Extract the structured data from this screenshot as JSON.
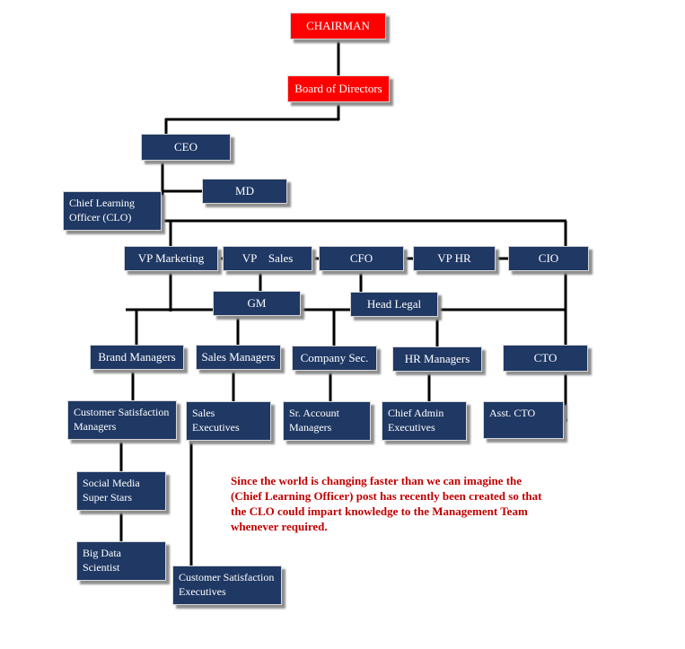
{
  "colors": {
    "node_fill": "#1f3864",
    "top_fill": "#ff0000",
    "line": "#000000",
    "note_text": "#c00000"
  },
  "nodes": {
    "chairman": {
      "label": "CHAIRMAN"
    },
    "board_of_directors": {
      "label": "Board of Directors"
    },
    "ceo": {
      "label": "CEO"
    },
    "md": {
      "label": "MD"
    },
    "clo": {
      "lines": [
        "Chief Learning",
        "Officer (CLO)"
      ]
    },
    "vp_marketing": {
      "label": "VP Marketing"
    },
    "vp_sales": {
      "label": "VP    Sales"
    },
    "cfo": {
      "label": "CFO"
    },
    "vp_hr": {
      "label": "VP HR"
    },
    "cio": {
      "label": "CIO"
    },
    "gm": {
      "label": "GM"
    },
    "head_legal": {
      "label": "Head Legal"
    },
    "brand_managers": {
      "label": "Brand Managers"
    },
    "sales_managers": {
      "label": "Sales Managers"
    },
    "company_sec": {
      "label": "Company Sec."
    },
    "hr_managers": {
      "label": "HR Managers"
    },
    "cto": {
      "label": "CTO"
    },
    "customer_satisfaction_managers": {
      "lines": [
        "Customer Satisfaction",
        "Managers"
      ]
    },
    "sales_executives": {
      "lines": [
        "Sales",
        "Executives"
      ]
    },
    "sr_account_managers": {
      "lines": [
        "Sr. Account",
        "Managers"
      ]
    },
    "chief_admin_executives": {
      "lines": [
        "Chief Admin",
        "Executives"
      ]
    },
    "asst_cto": {
      "label": "Asst. CTO"
    },
    "social_media_super_stars": {
      "lines": [
        "Social Media",
        "Super Stars"
      ]
    },
    "big_data_scientist": {
      "lines": [
        "Big Data",
        "Scientist"
      ]
    },
    "customer_satisfaction_executives": {
      "lines": [
        "Customer Satisfaction",
        "Executives"
      ]
    }
  },
  "note": {
    "lines": [
      "Since the world is changing faster than we can imagine the",
      "(Chief Learning Officer) post has recently been created so that",
      "the CLO could impart knowledge to the Management Team",
      "whenever required."
    ]
  }
}
